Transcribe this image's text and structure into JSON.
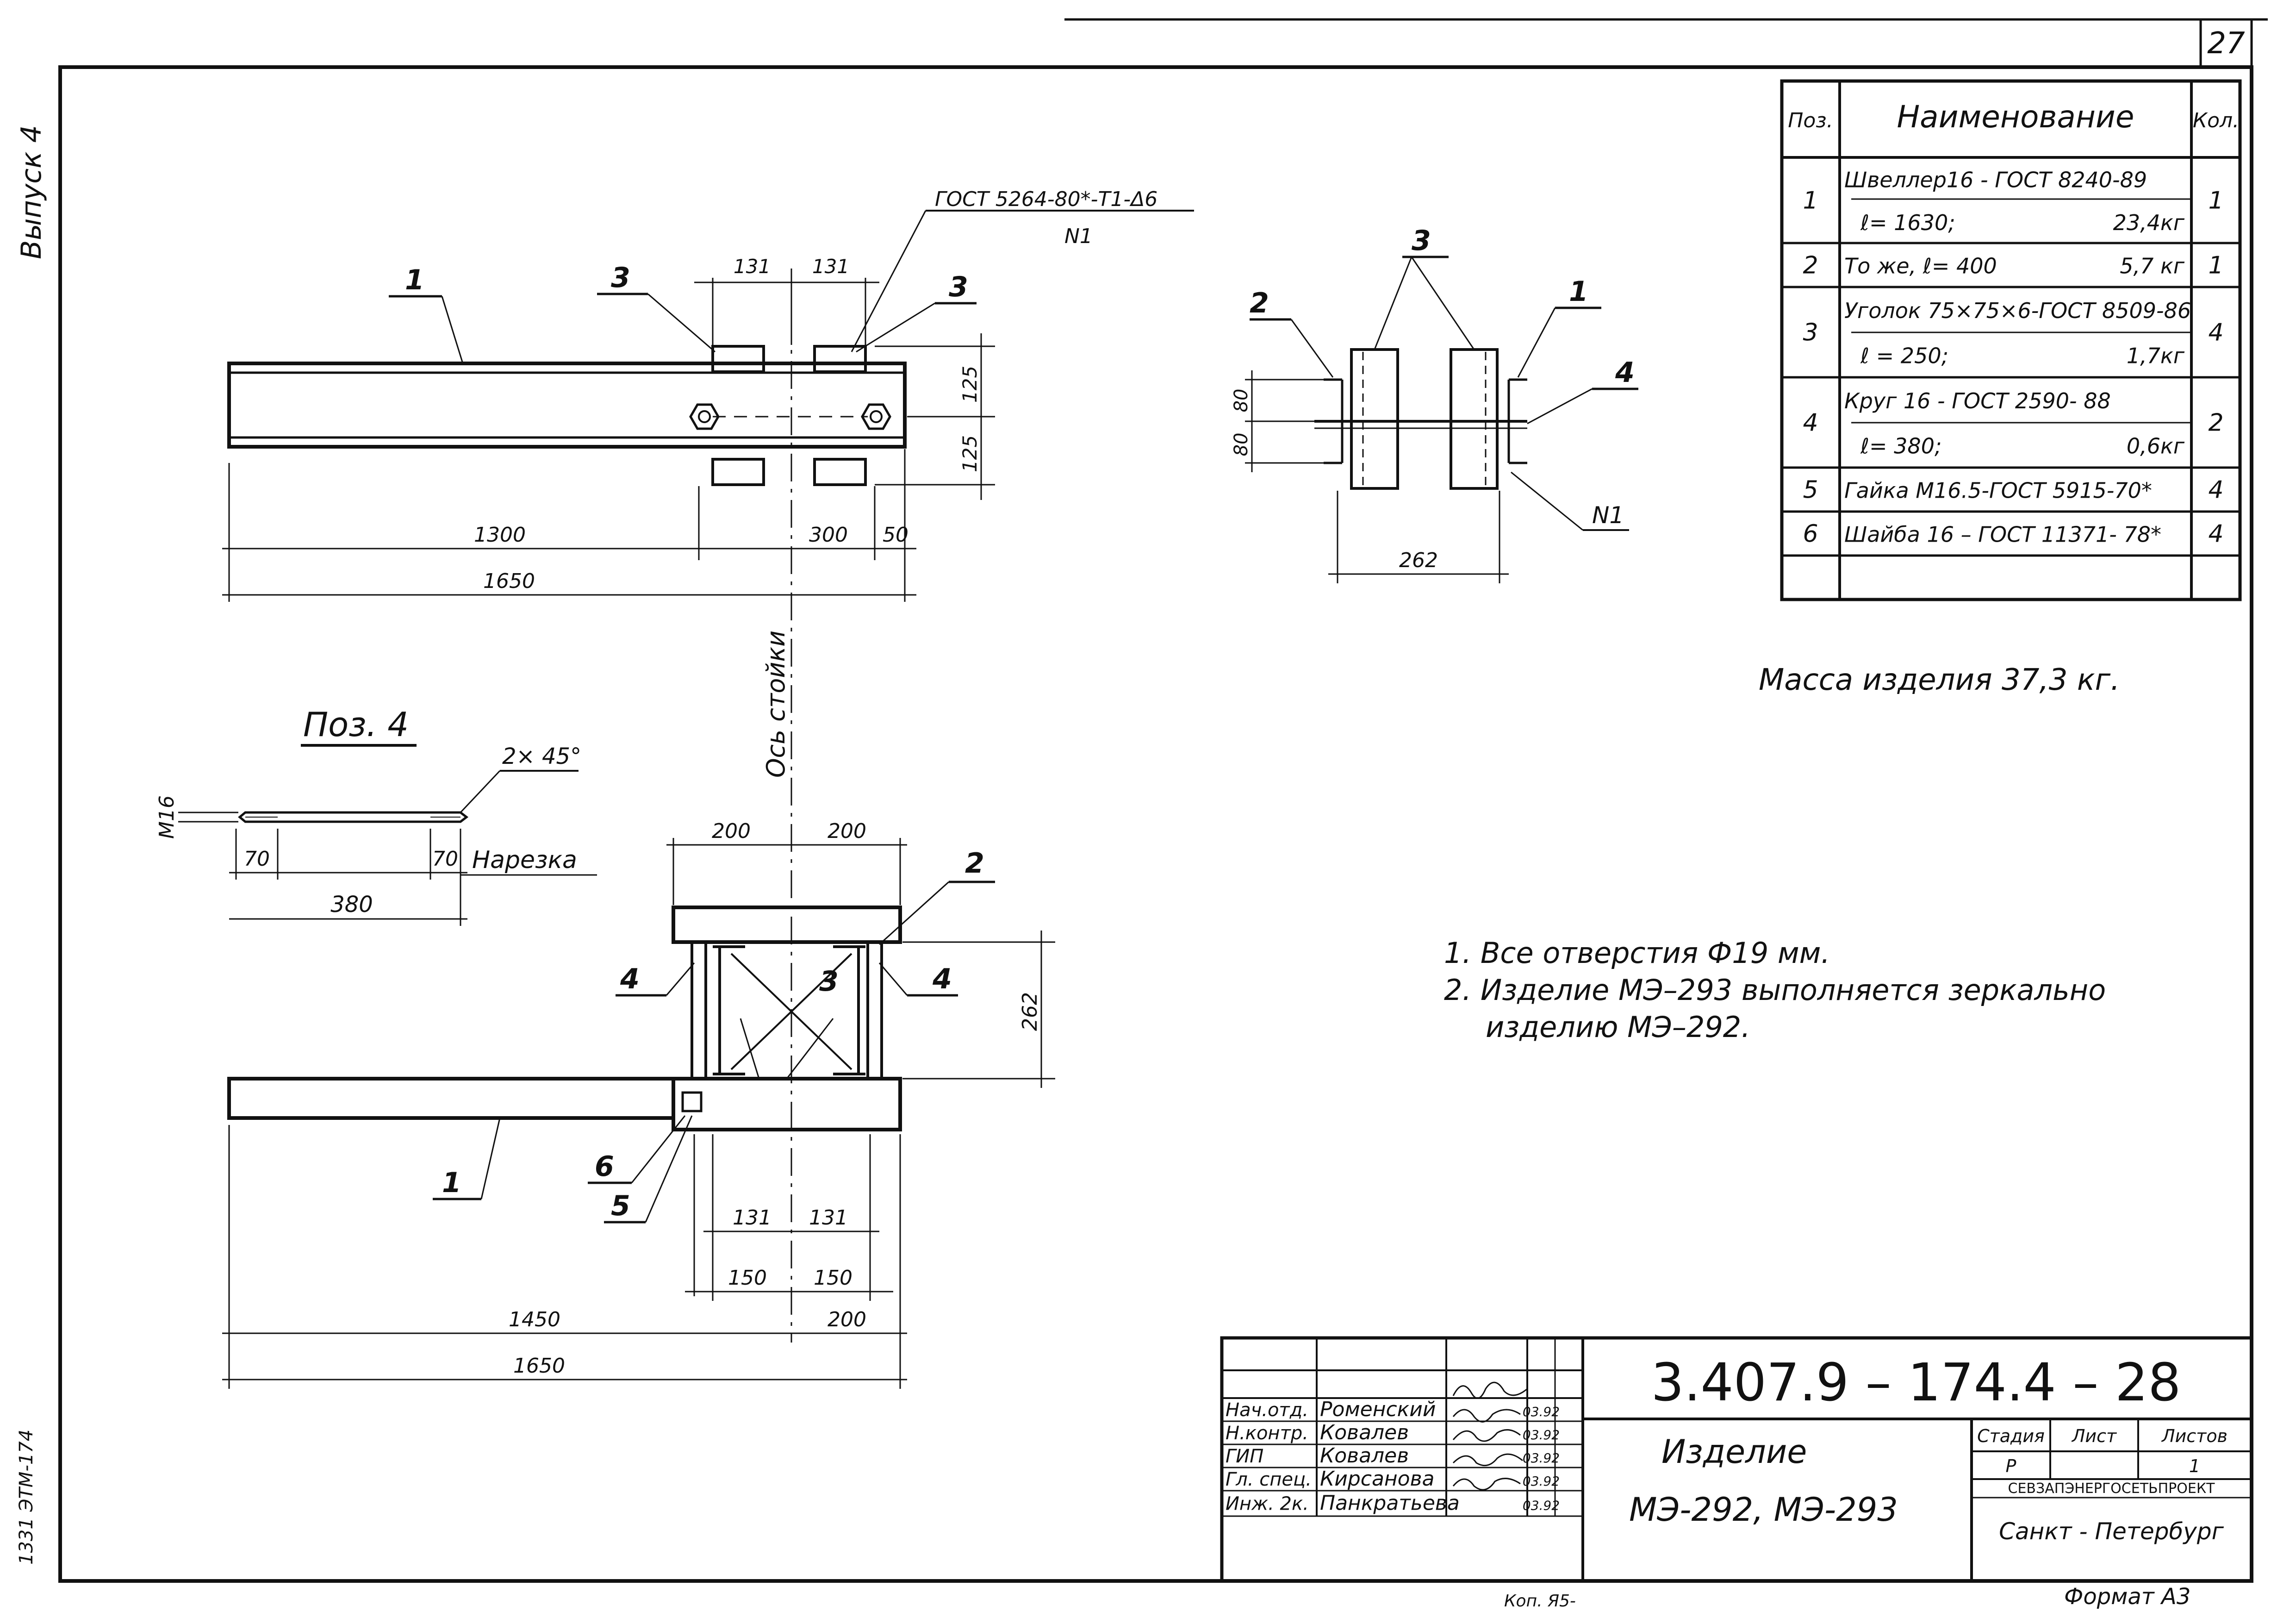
{
  "sheet": {
    "page_number": "27",
    "side_label_top": "Выпуск 4",
    "side_label_bottom": "1331 ЭТМ-174"
  },
  "views": {
    "top": {
      "leader_gost": "ГОСТ 5264-80*-Т1-Δ6",
      "leader_gost_sub": "N1",
      "pos_labels": [
        "1",
        "3",
        "3"
      ],
      "dims_top": [
        "131",
        "131"
      ],
      "dims_right": [
        "125",
        "125"
      ],
      "dims_bottom": [
        "1300",
        "300",
        "50"
      ],
      "dim_total": "1650"
    },
    "axis_label": "Ось стойки",
    "bottom": {
      "dims_top": [
        "200",
        "200"
      ],
      "dim_right": "262",
      "pos_labels": [
        "2",
        "4",
        "4",
        "3",
        "1",
        "6",
        "5"
      ],
      "dims_low1": [
        "131",
        "131"
      ],
      "dims_low2": [
        "150",
        "150"
      ],
      "dims_low3": [
        "1450",
        "200"
      ],
      "dim_total": "1650"
    },
    "section": {
      "pos_labels": [
        "3",
        "2",
        "1",
        "4"
      ],
      "weld_label": "N1",
      "dims_left": [
        "80",
        "80"
      ],
      "dim_bottom": "262"
    },
    "detail": {
      "title": "Поз. 4",
      "thread": "М16",
      "chamfer": "2× 45°",
      "dims": [
        "70",
        "70"
      ],
      "length": "380",
      "thread_label": "Нарезка"
    }
  },
  "spec_table": {
    "headers": [
      "Поз.",
      "Наименование",
      "Кол."
    ],
    "rows": [
      {
        "pos": "1",
        "lines": [
          [
            "Швеллер16 - ГОСТ 8240-89",
            ""
          ],
          [
            "ℓ= 1630;",
            "23,4кг"
          ]
        ],
        "qty": "1"
      },
      {
        "pos": "2",
        "lines": [
          [
            "То же,  ℓ= 400",
            "5,7 кг"
          ]
        ],
        "qty": "1"
      },
      {
        "pos": "3",
        "lines": [
          [
            "Уголок 75×75×6-ГОСТ 8509-86",
            ""
          ],
          [
            "ℓ = 250;",
            "1,7кг"
          ]
        ],
        "qty": "4"
      },
      {
        "pos": "4",
        "lines": [
          [
            "Круг 16 - ГОСТ 2590- 88",
            ""
          ],
          [
            "ℓ= 380;",
            "0,6кг"
          ]
        ],
        "qty": "2"
      },
      {
        "pos": "5",
        "lines": [
          [
            "Гайка М16.5-ГОСТ 5915-70*",
            ""
          ]
        ],
        "qty": "4"
      },
      {
        "pos": "6",
        "lines": [
          [
            "Шайба 16 – ГОСТ 11371- 78*",
            ""
          ]
        ],
        "qty": "4"
      }
    ]
  },
  "mass_note": "Масса изделия  37,3 кг.",
  "notes": [
    "1.  Все отверстия   Ф19 мм.",
    "2.  Изделие МЭ–293  выполняется зеркально",
    "изделию МЭ–292."
  ],
  "title_block": {
    "doc_code": "3.407.9 – 174.4 – 28",
    "product_line1": "Изделие",
    "product_line2": "МЭ-292,  МЭ-293",
    "stage_headers": [
      "Стадия",
      "Лист",
      "Листов"
    ],
    "stage_values": [
      "Р",
      "",
      "1"
    ],
    "organization": "СЕВЗАПЭНЕРГОСЕТЬПРОЕКТ",
    "city": "Санкт - Петербург",
    "staff": [
      {
        "role": "Нач.отд.",
        "name": "Роменский",
        "date": "03.92"
      },
      {
        "role": "Н.контр.",
        "name": "Ковалев",
        "date": "03.92"
      },
      {
        "role": "ГИП",
        "name": "Ковалев",
        "date": "03.92"
      },
      {
        "role": "Гл. спец.",
        "name": "Кирсанова",
        "date": "03.92"
      },
      {
        "role": "Инж. 2к.",
        "name": "Панкратьева",
        "date": "03.92"
      }
    ]
  },
  "footer": {
    "copy_label": "Коп. Я5-",
    "format_label": "Формат А3"
  }
}
